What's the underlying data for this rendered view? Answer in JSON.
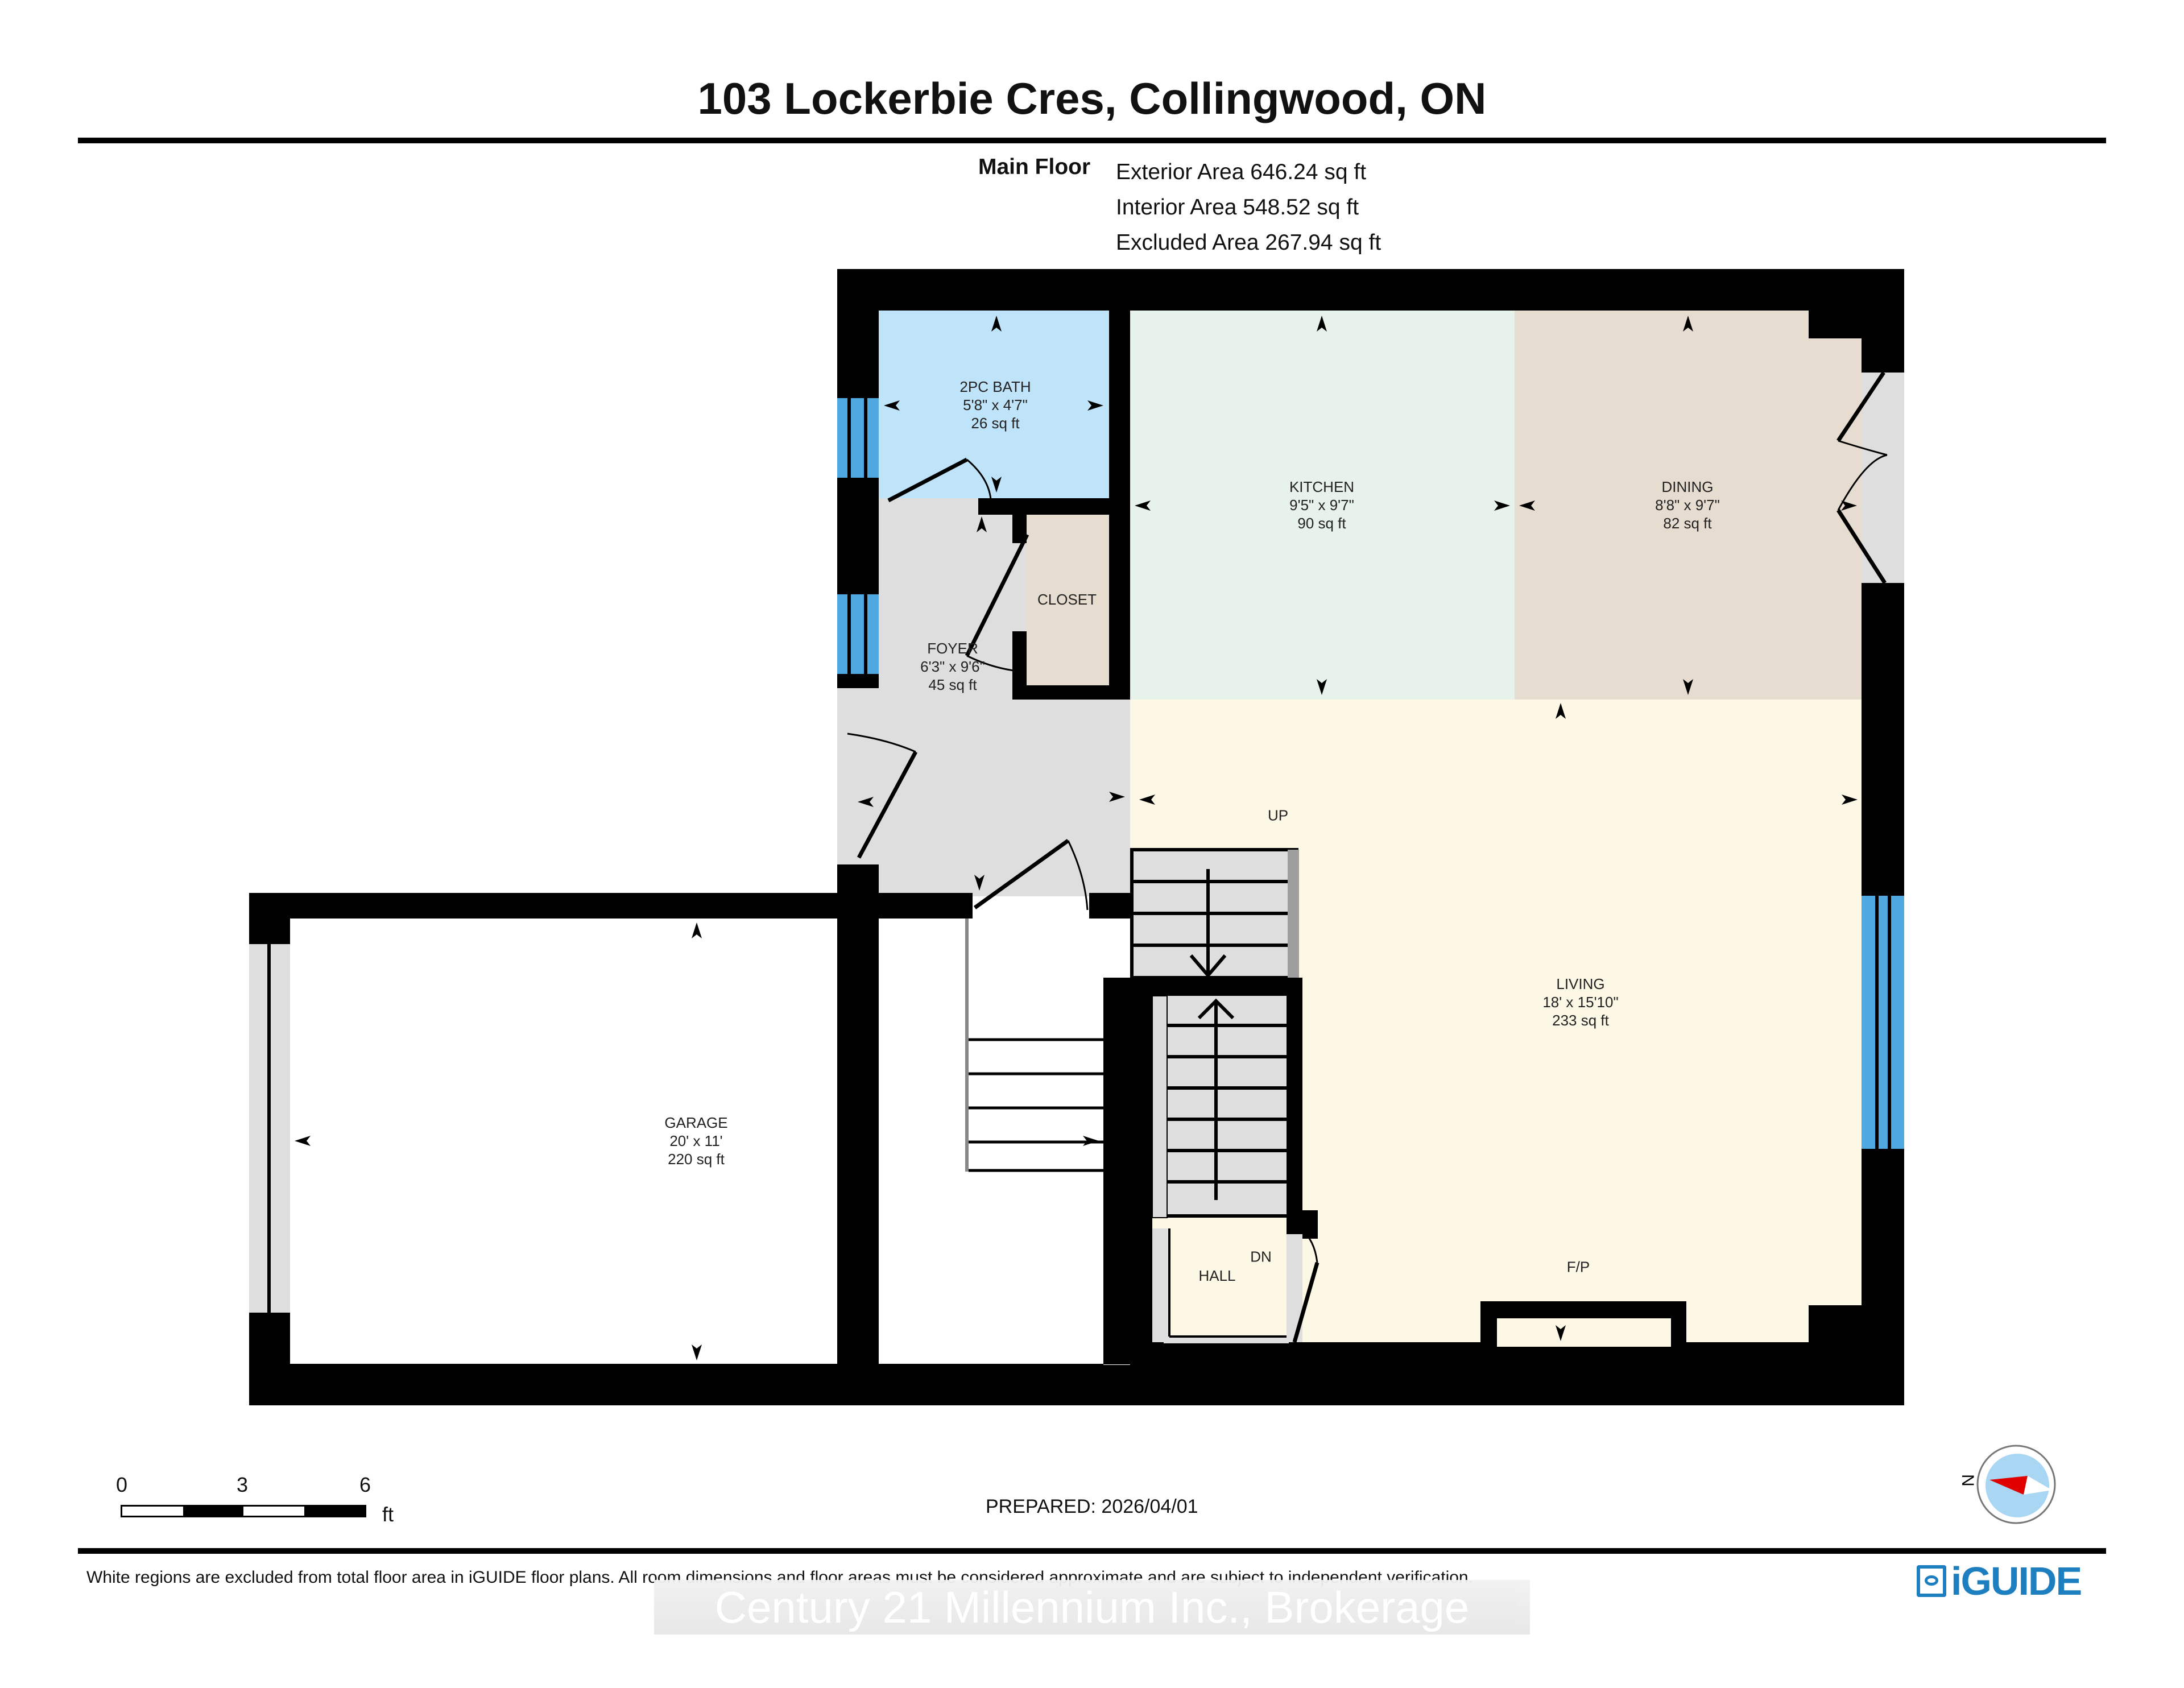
{
  "header": {
    "title": "103 Lockerbie Cres, Collingwood, ON"
  },
  "floor_summary": {
    "floor_name": "Main Floor",
    "exterior_area": "Exterior Area 646.24 sq ft",
    "interior_area": "Interior Area 548.52 sq ft",
    "excluded_area": "Excluded Area 267.94 sq ft"
  },
  "rooms": [
    {
      "name": "2PC BATH",
      "dimensions": "5'8\" x 4'7\"",
      "area": "26 sq ft",
      "color": "#bfe3f8"
    },
    {
      "name": "KITCHEN",
      "dimensions": "9'5\" x 9'7\"",
      "area": "90 sq ft",
      "color": "#e7f2ea"
    },
    {
      "name": "DINING",
      "dimensions": "8'8\" x 9'7\"",
      "area": "82 sq ft",
      "color": "#e6ddd0"
    },
    {
      "name": "FOYER",
      "dimensions": "6'3\" x 9'6\"",
      "area": "45 sq ft",
      "color": "#dedede"
    },
    {
      "name": "CLOSET",
      "color": "#e6ddd0"
    },
    {
      "name": "LIVING",
      "dimensions": "18' x 15'10\"",
      "area": "233 sq ft",
      "color": "#fdf8e6"
    },
    {
      "name": "GARAGE",
      "dimensions": "20' x 11'",
      "area": "220 sq ft",
      "color": "#ffffff"
    },
    {
      "name": "HALL",
      "color": "#fdf8e6"
    }
  ],
  "annotations": {
    "up": "UP",
    "down": "DN",
    "fireplace": "F/P"
  },
  "scale_bar": {
    "ticks": [
      "0",
      "3",
      "6"
    ],
    "unit": "ft"
  },
  "compass": {
    "north_label": "N"
  },
  "prepared": "PREPARED: 2026/04/01",
  "footer": {
    "disclaimer": "White regions are excluded from total floor area in iGUIDE floor plans. All room dimensions and floor areas must be considered approximate and are subject to independent verification.",
    "watermark": "Century 21 Millennium Inc., Brokerage",
    "logo_text": "iGUIDE"
  },
  "colors": {
    "wall": "#000000",
    "window": "#4fa8e0",
    "logo": "#1e7fc0",
    "compass_needle": "#e00000",
    "compass_face": "#a9d6f2"
  }
}
